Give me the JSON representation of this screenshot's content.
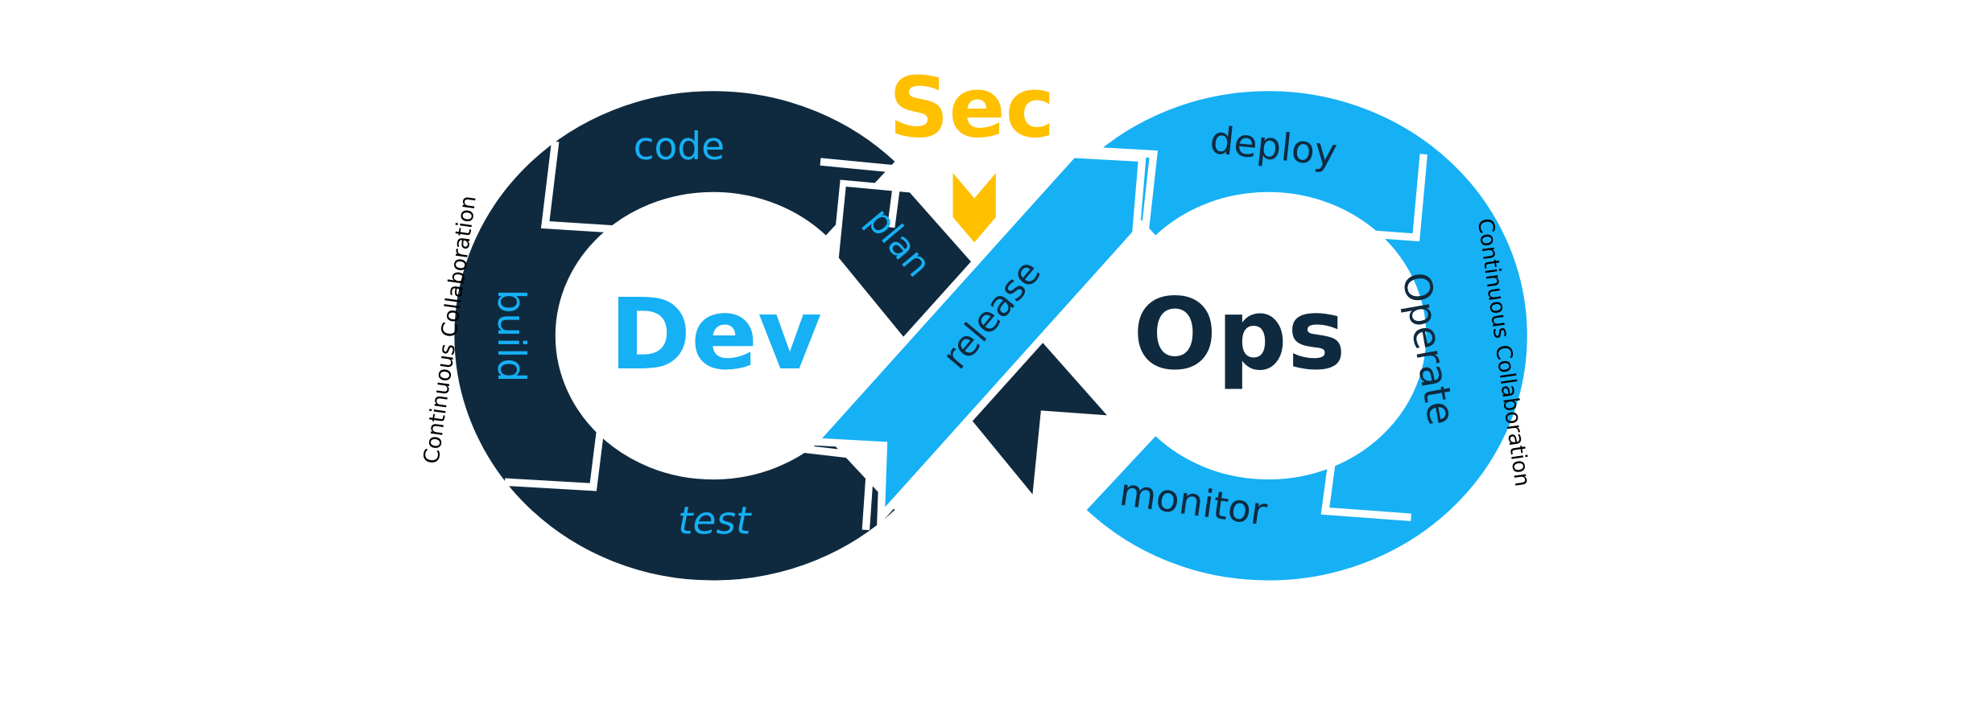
{
  "colors": {
    "navy": "#0f2a3f",
    "blue": "#16b0f5",
    "yellow": "#ffc000"
  },
  "center": {
    "dev": "Dev",
    "sec": "Sec",
    "ops": "Ops"
  },
  "stages": {
    "code": "code",
    "build": "build",
    "test": "test",
    "plan": "plan",
    "release": "release",
    "deploy": "deploy",
    "operate": "Operate",
    "monitor": "monitor"
  },
  "side_labels": {
    "left": "Continuous Collaboration",
    "right": "Continuous Collaboration"
  }
}
